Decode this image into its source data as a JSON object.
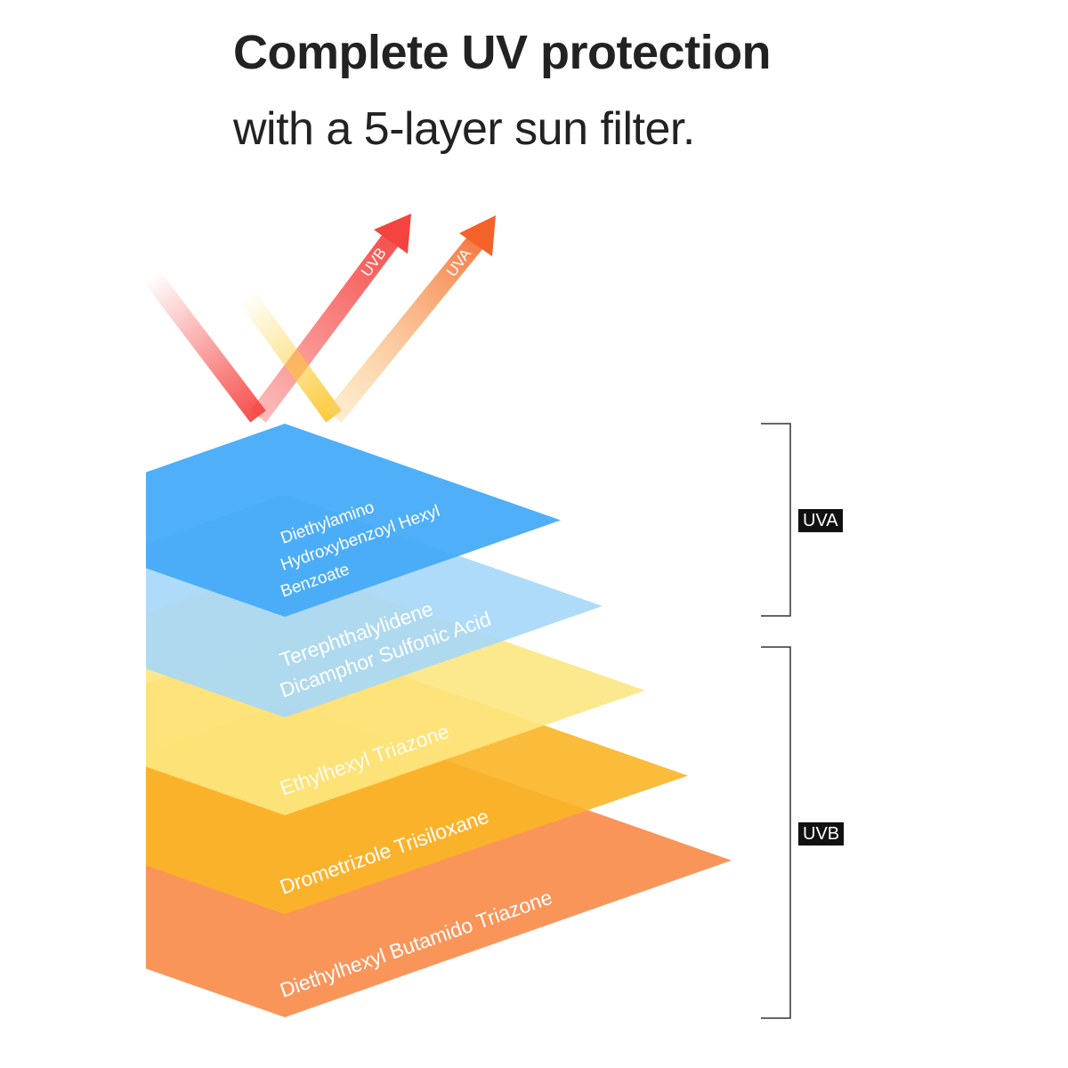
{
  "heading": {
    "line1": "Complete UV protection",
    "line2": "with a 5-layer sun filter."
  },
  "arrows": [
    {
      "label": "UVB",
      "color": "#f5433f"
    },
    {
      "label": "UVA",
      "color": "#f4622a"
    }
  ],
  "layers": [
    {
      "lines": [
        "Diethylamino",
        "Hydroxybenzoyl Hexyl",
        "Benzoate"
      ],
      "color": "#46abf8"
    },
    {
      "lines": [
        "Terephthalylidene",
        "Dicamphor Sulfonic Acid"
      ],
      "color": "#a6d7fa"
    },
    {
      "lines": [
        "Ethylhexyl Triazone"
      ],
      "color": "#fde781"
    },
    {
      "lines": [
        "Drometrizole Trisiloxane"
      ],
      "color": "#fbb526"
    },
    {
      "lines": [
        "Diethylhexyl Butamido Triazone"
      ],
      "color": "#f98a48"
    }
  ],
  "brackets": {
    "uva_label": "UVA",
    "uvb_label": "UVB"
  }
}
